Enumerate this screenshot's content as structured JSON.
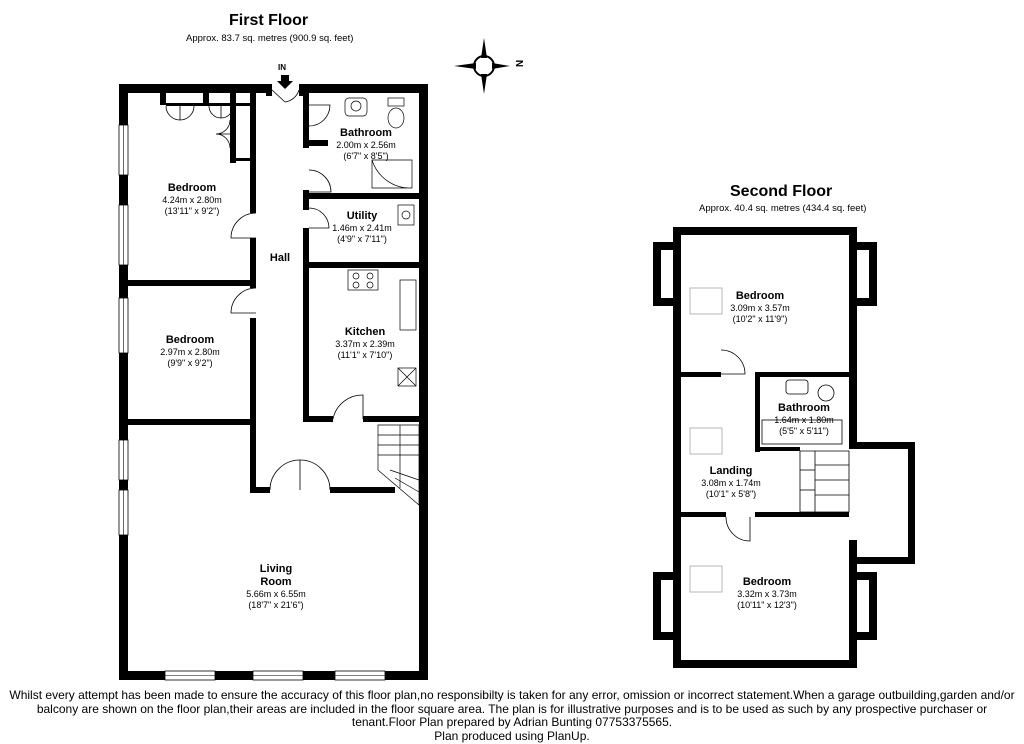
{
  "first_floor": {
    "title": "First Floor",
    "area": "Approx. 83.7 sq. metres (900.9 sq. feet)",
    "entrance_label": "IN",
    "rooms": [
      {
        "name": "Bedroom",
        "metric": "4.24m x 2.80m",
        "imperial": "(13'11\" x 9'2\")"
      },
      {
        "name": "Bathroom",
        "metric": "2.00m x 2.56m",
        "imperial": "(6'7\" x 8'5\")"
      },
      {
        "name": "Utility",
        "metric": "1.46m x 2.41m",
        "imperial": "(4'9\" x 7'11\")"
      },
      {
        "name": "Hall"
      },
      {
        "name": "Bedroom",
        "metric": "2.97m x 2.80m",
        "imperial": "(9'9\" x 9'2\")"
      },
      {
        "name": "Kitchen",
        "metric": "3.37m x 2.39m",
        "imperial": "(11'1\" x 7'10\")"
      },
      {
        "name_line1": "Living",
        "name_line2": "Room",
        "metric": "5.66m x 6.55m",
        "imperial": "(18'7\" x 21'6\")"
      }
    ]
  },
  "second_floor": {
    "title": "Second Floor",
    "area": "Approx. 40.4 sq. metres (434.4 sq. feet)",
    "rooms": [
      {
        "name": "Bedroom",
        "metric": "3.09m x 3.57m",
        "imperial": "(10'2\" x 11'9\")"
      },
      {
        "name": "Bathroom",
        "metric": "1.64m x 1.80m",
        "imperial": "(5'5\" x 5'11\")"
      },
      {
        "name": "Landing",
        "metric": "3.08m x 1.74m",
        "imperial": "(10'1\" x 5'8\")"
      },
      {
        "name": "Bedroom",
        "metric": "3.32m x 3.73m",
        "imperial": "(10'11\" x 12'3\")"
      }
    ]
  },
  "compass": {
    "label": "N"
  },
  "disclaimer": {
    "line1": "Whilst every attempt has been made to ensure the accuracy of this floor plan,no responsibilty is taken for any error, omission or incorrect statement.When a garage outbuilding,garden and/or",
    "line2": "balcony are shown on the floor plan,their areas are included in the floor square area. The plan is for illustrative purposes and is to be used as such by any prospective purchaser or",
    "line3": "tenant.Floor Plan prepared by Adrian Bunting 07753375565.",
    "line4": "Plan produced using PlanUp."
  }
}
